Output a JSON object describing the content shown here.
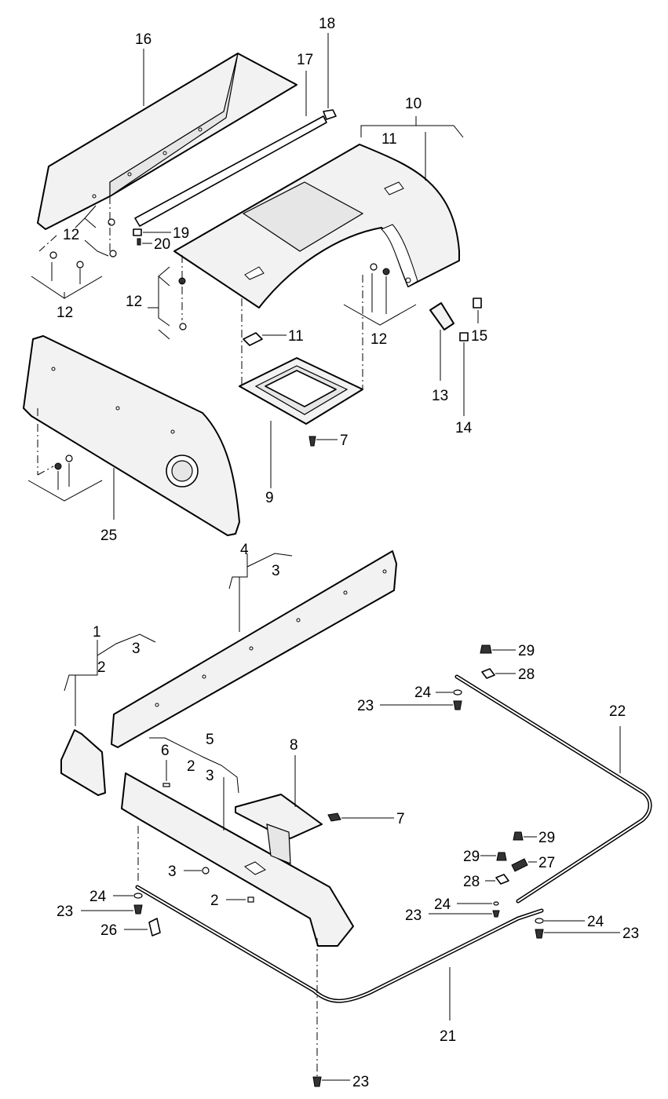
{
  "callouts": {
    "c1": "1",
    "c2a": "2",
    "c2b": "2",
    "c2c": "2",
    "c3a": "3",
    "c3b": "3",
    "c3c": "3",
    "c3d": "3",
    "c4": "4",
    "c5": "5",
    "c6": "6",
    "c7a": "7",
    "c7b": "7",
    "c8": "8",
    "c9": "9",
    "c10": "10",
    "c11a": "11",
    "c11b": "11",
    "c12a": "12",
    "c12b": "12",
    "c12c": "12",
    "c12d": "12",
    "c13": "13",
    "c14": "14",
    "c15": "15",
    "c16": "16",
    "c17": "17",
    "c18": "18",
    "c19": "19",
    "c20": "20",
    "c21": "21",
    "c22": "22",
    "c23a": "23",
    "c23b": "23",
    "c23c": "23",
    "c23d": "23",
    "c23e": "23",
    "c24a": "24",
    "c24b": "24",
    "c24c": "24",
    "c24d": "24",
    "c25": "25",
    "c26": "26",
    "c27": "27",
    "c28a": "28",
    "c28b": "28",
    "c29a": "29",
    "c29b": "29",
    "c29c": "29"
  },
  "colors": {
    "line": "#000000",
    "part_fill": "#f2f2f2",
    "background": "#ffffff"
  }
}
